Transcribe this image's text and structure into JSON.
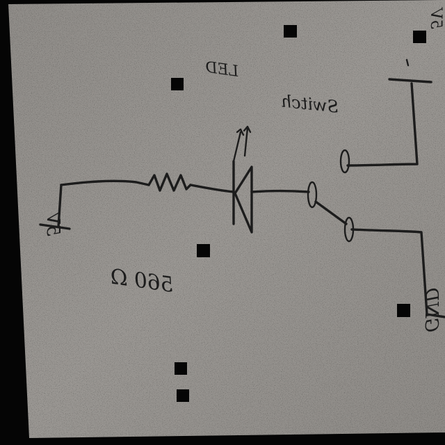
{
  "diagram": {
    "labels": {
      "led": "LED",
      "switch": "Switch",
      "resistor": "560 Ω",
      "voltage_left": "5V",
      "voltage_top": "5V",
      "ground": "GND"
    },
    "components": [
      "ground-terminal",
      "resistor",
      "led",
      "switch",
      "supply-terminal",
      "ground-terminal-right"
    ]
  }
}
